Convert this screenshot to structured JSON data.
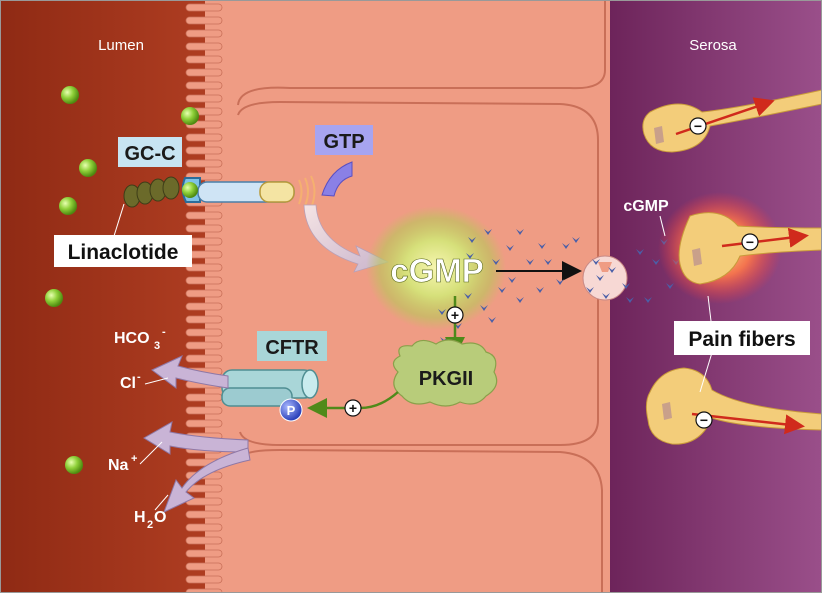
{
  "regions": {
    "lumen": "Lumen",
    "serosa": "Serosa"
  },
  "labels": {
    "gcc": "GC-C",
    "gtp": "GTP",
    "linaclotide": "Linaclotide",
    "cgmp_main": "cGMP",
    "cgmp_serosa": "cGMP",
    "cftr": "CFTR",
    "pkgii": "PKGII",
    "phosphate": "P",
    "pain_fibers": "Pain fibers",
    "plus": "+",
    "minus": "−"
  },
  "ions": {
    "hco3_base": "HCO",
    "hco3_sub": "3",
    "hco3_sup": "-",
    "cl_base": "Cl",
    "cl_sup": "-",
    "na_base": "Na",
    "na_sup": "+",
    "h2o_h": "H",
    "h2o_sub": "2",
    "h2o_o": "O"
  },
  "colors": {
    "lumen": "#a8321c",
    "cell": "#ef9c84",
    "serosa": "#7d2f6a",
    "drug": "#8fd13a",
    "pkgii": "#b8cc7a",
    "cftr": "#a9d6d8",
    "gtp_box": "#a7a4f0",
    "neuron": "#f3cd7a",
    "arrow_red": "#d02a1c",
    "cgmp_marker": "#4a5fa8"
  }
}
